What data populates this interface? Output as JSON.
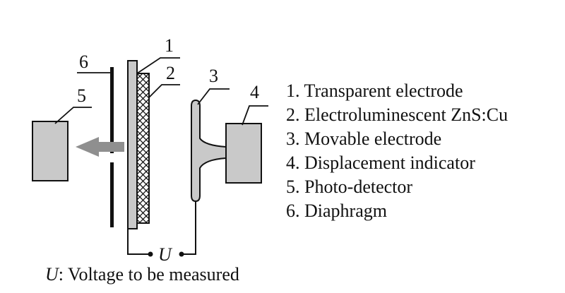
{
  "diagram": {
    "callouts": {
      "n1": "1",
      "n2": "2",
      "n3": "3",
      "n4": "4",
      "n5": "5",
      "n6": "6"
    },
    "voltage_symbol": "U",
    "legend": [
      "1. Transparent electrode",
      "2. Electroluminescent ZnS:Cu",
      "3. Movable electrode",
      "4. Displacement indicator",
      "5. Photo-detector",
      "6. Diaphragm"
    ],
    "caption": {
      "symbol": "U",
      "text": ": Voltage to be measured"
    },
    "colors": {
      "component_fill": "#c9c9c9",
      "arrow_fill": "#8f8f8f",
      "line": "#111111"
    }
  }
}
